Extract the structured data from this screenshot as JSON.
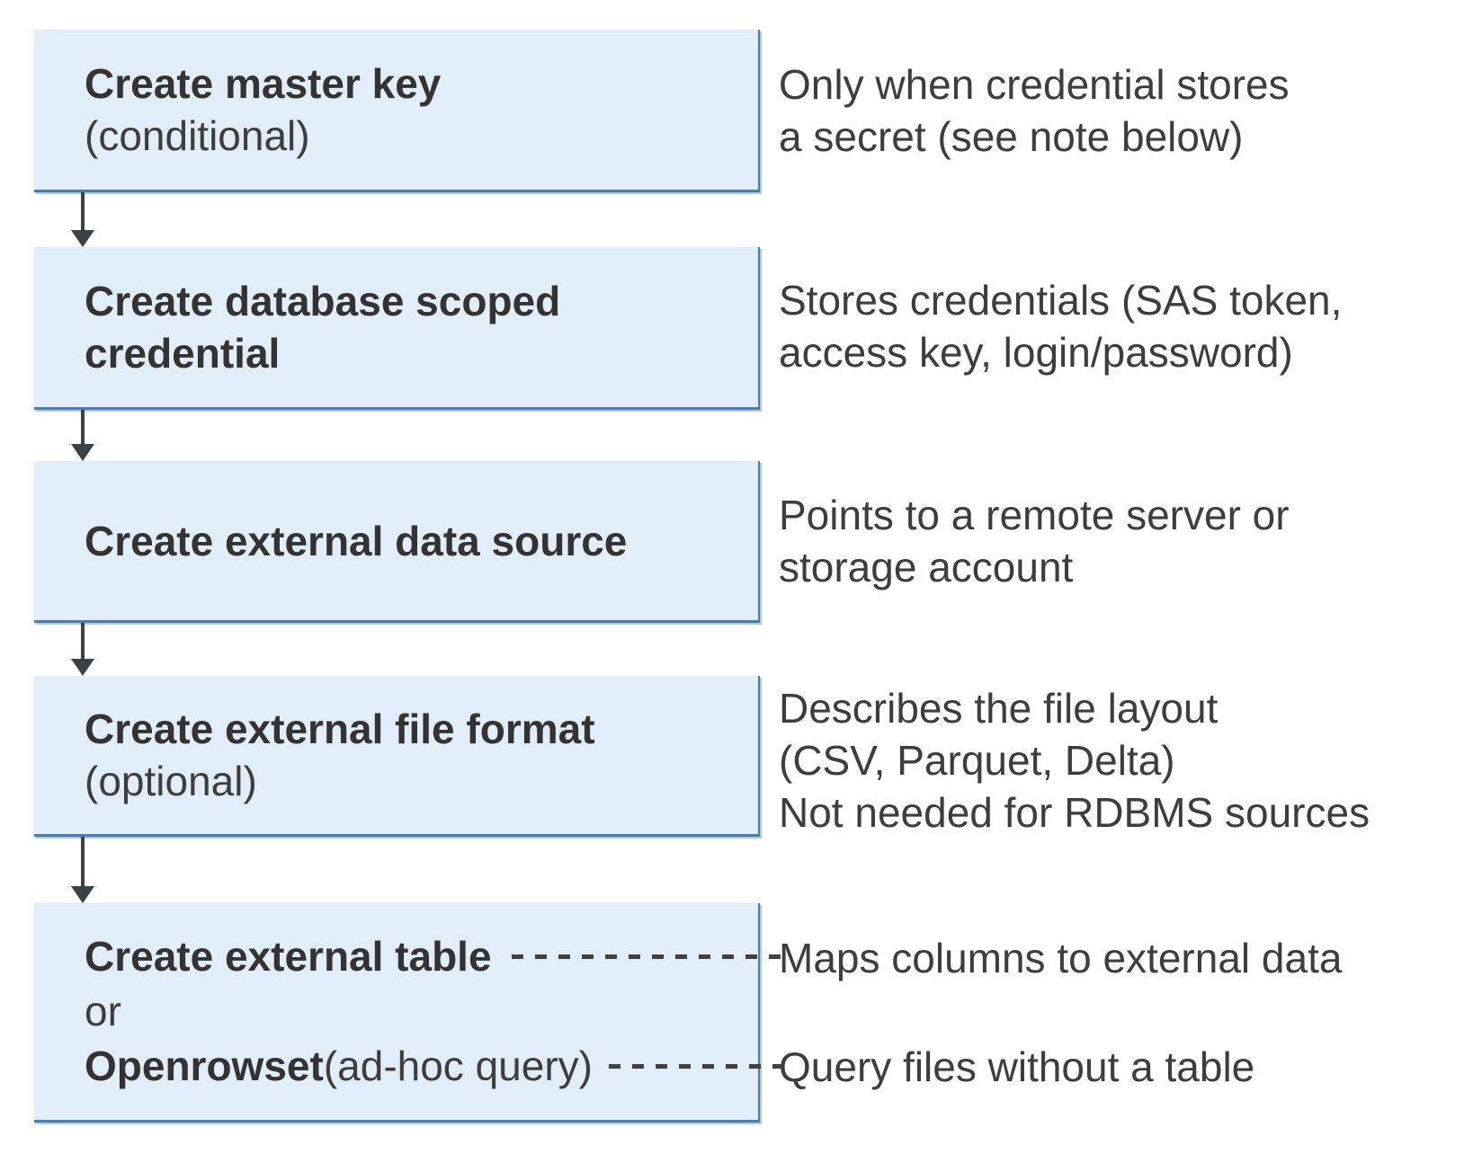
{
  "diagram": {
    "description": "Flow of T-SQL steps for querying external data",
    "colors": {
      "box_fill": "#e2edfa",
      "box_border": "#4e7bad",
      "box_border_light": "#abc8e4",
      "arrow": "#3c4148",
      "dash": "#404040",
      "text": "#3d3d3d"
    },
    "boxes": [
      {
        "bold": "Create master key",
        "normal": "(conditional)"
      },
      {
        "bold": "Create database scoped\ncredential"
      },
      {
        "bold": "Create external data source"
      },
      {
        "bold": "Create external file format",
        "normal": "(optional)"
      },
      {
        "line1_bold": "Create external table",
        "line2_normal": "or",
        "line3_bold": "Openrowset",
        "line3_normal": " (ad-hoc query)"
      }
    ],
    "annotations": [
      {
        "text": "Only when credential stores\na secret (see note below)"
      },
      {
        "text": "Stores credentials (SAS token,\naccess key, login/password)"
      },
      {
        "text": "Points to a remote server or\nstorage account"
      },
      {
        "text": "Describes the file layout\n(CSV, Parquet, Delta)\nNot needed for RDBMS sources"
      },
      {
        "text": "Maps columns to external data"
      },
      {
        "text": "Query files without a table"
      }
    ]
  }
}
